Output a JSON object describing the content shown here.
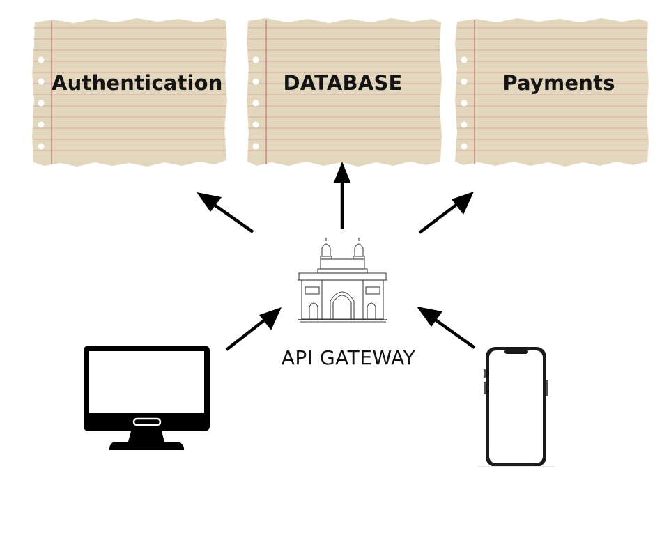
{
  "diagram": {
    "services": [
      {
        "id": "auth",
        "label": "Authentication"
      },
      {
        "id": "db",
        "label": "DATABASE"
      },
      {
        "id": "pay",
        "label": "Payments"
      }
    ],
    "gateway": {
      "label": "API GATEWAY",
      "icon": "gateway-monument-icon"
    },
    "clients": [
      {
        "id": "desktop",
        "icon": "desktop-monitor-icon"
      },
      {
        "id": "mobile",
        "icon": "smartphone-icon"
      }
    ],
    "colors": {
      "paper": "#e2d6bd",
      "paper_line": "#cfa6a0",
      "margin_line": "#c4857f",
      "arrow": "#000000",
      "text": "#141414"
    }
  }
}
